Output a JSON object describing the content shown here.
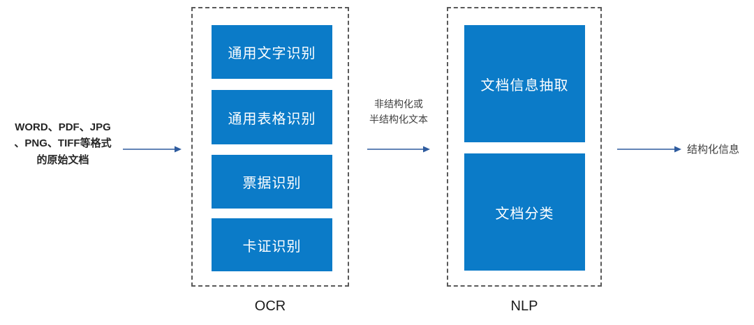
{
  "diagram": {
    "title": "OCR to NLP document processing pipeline",
    "colors": {
      "block_fill": "#0B7BC8",
      "block_text": "#FFFFFF",
      "dashed_border": "#595959",
      "arrow": "#2E5B9E",
      "label_text": "#404040"
    },
    "input": {
      "label_line1": "WORD、PDF、JPG",
      "label_line2": "、PNG、TIFF等格式",
      "label_line3": "的原始文档"
    },
    "ocr_group": {
      "caption": "OCR",
      "blocks": [
        {
          "label": "通用文字识别"
        },
        {
          "label": "通用表格识别"
        },
        {
          "label": "票据识别"
        },
        {
          "label": "卡证识别"
        }
      ]
    },
    "middle": {
      "label_line1": "非结构化或",
      "label_line2": "半结构化文本"
    },
    "nlp_group": {
      "caption": "NLP",
      "blocks": [
        {
          "label": "文档信息抽取"
        },
        {
          "label": "文档分类"
        }
      ]
    },
    "output": {
      "label": "结构化信息"
    }
  }
}
